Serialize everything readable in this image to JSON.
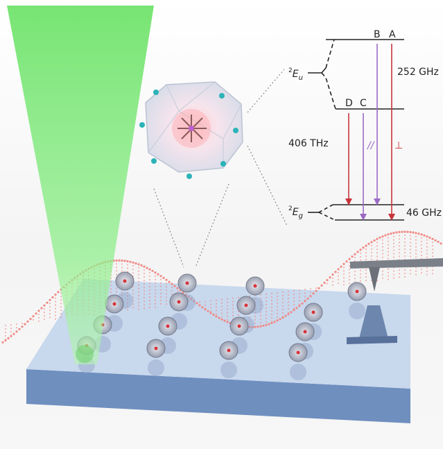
{
  "energy_diagram": {
    "upper_state": {
      "sup": "2",
      "letter": "E",
      "sub": "u"
    },
    "lower_state": {
      "sup": "2",
      "letter": "E",
      "sub": "g"
    },
    "transitions": [
      "A",
      "B",
      "C",
      "D"
    ],
    "upper_splitting": "252 GHz",
    "lower_splitting": "46 GHz",
    "optical_frequency": "406 THz",
    "parallel_symbol": "//",
    "perp_symbol": "⊥"
  },
  "colors": {
    "red_transition": "#c8343b",
    "purple_transition": "#9b6ac4",
    "laser_green": "#7ee87a",
    "wave_pink": "#f08a86",
    "substrate_top": "#c5d6ec",
    "substrate_side": "#6f8fbf"
  },
  "icons": [
    "green-laser-beam",
    "molecule-cage",
    "afm-tip",
    "microwave-wave"
  ]
}
